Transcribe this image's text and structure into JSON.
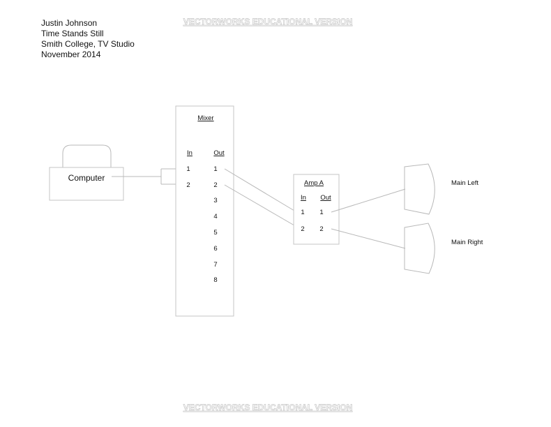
{
  "title_block": {
    "lines": [
      "Justin Johnson",
      "Time Stands Still",
      "Smith College, TV Studio",
      "November 2014"
    ]
  },
  "watermark": "VECTORWORKS EDUCATIONAL VERSION",
  "computer": {
    "label": "Computer"
  },
  "mixer": {
    "title": "Mixer",
    "in_label": "In",
    "out_label": "Out",
    "inputs": [
      "1",
      "2"
    ],
    "outputs": [
      "1",
      "2",
      "3",
      "4",
      "5",
      "6",
      "7",
      "8"
    ]
  },
  "amp": {
    "title": "Amp A",
    "in_label": "In",
    "out_label": "Out",
    "inputs": [
      "1",
      "2"
    ],
    "outputs": [
      "1",
      "2"
    ]
  },
  "speakers": [
    {
      "label": "Main Left"
    },
    {
      "label": "Main Right"
    }
  ]
}
